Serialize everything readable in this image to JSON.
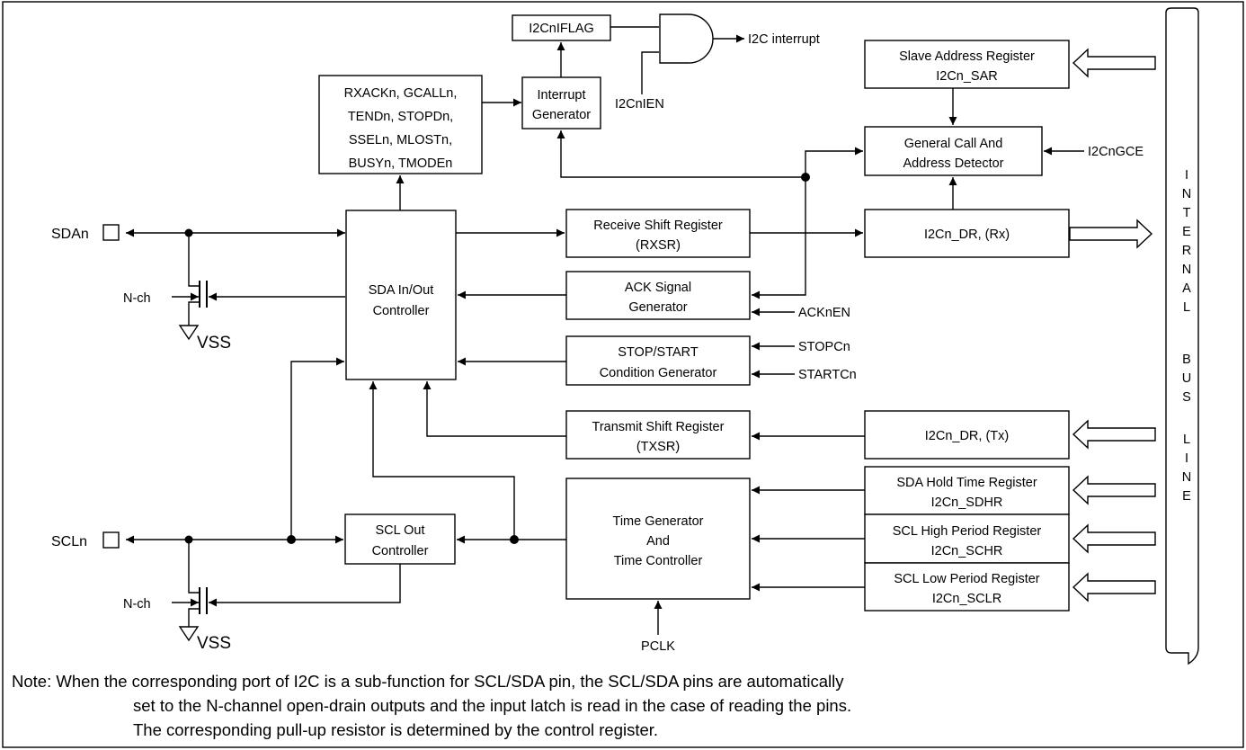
{
  "blocks": {
    "flag": "I2CnIFLAG",
    "and_output": "I2C interrupt",
    "ien": "I2CnIEN",
    "status_lines": [
      "RXACKn, GCALLn,",
      "TENDn, STOPDn,",
      "SSELn, MLOSTn,",
      "BUSYn, TMODEn"
    ],
    "interrupt_gen": [
      "Interrupt",
      "Generator"
    ],
    "sar": [
      "Slave Address Register",
      "I2Cn_SAR"
    ],
    "gca": [
      "General Call And",
      "Address Detector"
    ],
    "gce": "I2CnGCE",
    "sda_ctrl": [
      "SDA In/Out",
      "Controller"
    ],
    "rxsr": [
      "Receive Shift Register",
      "(RXSR)"
    ],
    "dr_rx": "I2Cn_DR, (Rx)",
    "ack": [
      "ACK Signal",
      "Generator"
    ],
    "acken": "ACKnEN",
    "stopstart": [
      "STOP/START",
      "Condition Generator"
    ],
    "stopc": "STOPCn",
    "startc": "STARTCn",
    "txsr": [
      "Transmit Shift Register",
      "(TXSR)"
    ],
    "dr_tx": "I2Cn_DR, (Tx)",
    "scl_ctrl": [
      "SCL Out",
      "Controller"
    ],
    "time_gen": [
      "Time Generator",
      "And",
      "Time Controller"
    ],
    "sdhr": [
      "SDA Hold Time Register",
      "I2Cn_SDHR"
    ],
    "schr": [
      "SCL High Period Register",
      "I2Cn_SCHR"
    ],
    "sclr": [
      "SCL Low Period Register",
      "I2Cn_SCLR"
    ],
    "pclk": "PCLK"
  },
  "pins": {
    "sda": "SDAn",
    "scl": "SCLn",
    "nch": "N-ch",
    "vss": "VSS"
  },
  "bus": {
    "letters": [
      "I",
      "N",
      "T",
      "E",
      "R",
      "N",
      "A",
      "L",
      "",
      "B",
      "U",
      "S",
      "",
      "L",
      "I",
      "N",
      "E"
    ]
  },
  "note": {
    "line1": "Note: When the corresponding port of I2C is a sub-function for SCL/SDA pin, the SCL/SDA pins are automatically",
    "line2": "set to the N-channel open-drain outputs and the input latch is read in the case of reading the pins.",
    "line3": "The corresponding pull-up resistor is determined by the control register."
  }
}
